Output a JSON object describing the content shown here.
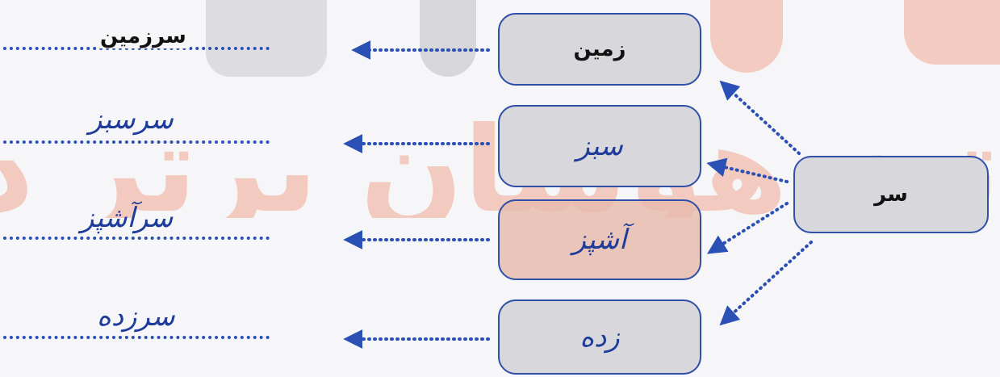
{
  "watermark": "تیز هوشان برتر دبیر موفقیت",
  "source_word": "سر",
  "words": [
    {
      "box": "زمین",
      "answer": "سرزمین",
      "style": "print"
    },
    {
      "box": "سبز",
      "answer": "سرسبز",
      "style": "hand"
    },
    {
      "box": "آشپز",
      "answer": "سرآشپز",
      "style": "hand"
    },
    {
      "box": "زده",
      "answer": "سرزده",
      "style": "hand"
    }
  ],
  "colors": {
    "box_border": "#2f4fa8",
    "box_fill": "#d8d8dc",
    "dots": "#2a4fb5",
    "watermark": "#f0a793"
  }
}
